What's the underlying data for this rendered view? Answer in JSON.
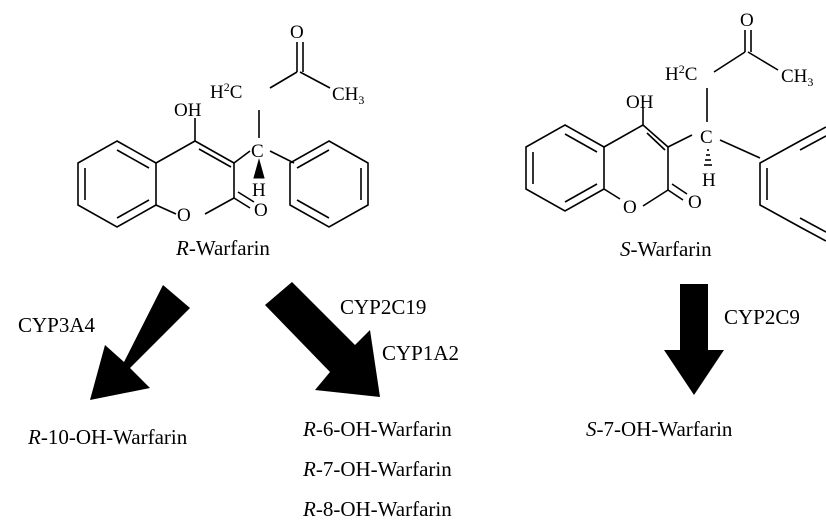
{
  "structures": {
    "r": {
      "atoms": {
        "oh": "OH",
        "h2c": "H2C",
        "c": "C",
        "h": "H",
        "o_ring": "O",
        "o_carbonyl": "O",
        "o_ketone": "O",
        "ch3": "CH3"
      },
      "label_prefix": "R",
      "label_suffix": "-Warfarin"
    },
    "s": {
      "atoms": {
        "oh": "OH",
        "h2c": "H2C",
        "c": "C",
        "h": "H",
        "o_ring": "O",
        "o_carbonyl": "O",
        "o_ketone": "O",
        "ch3": "CH3"
      },
      "label_prefix": "S",
      "label_suffix": "-Warfarin"
    }
  },
  "enzymes": {
    "cyp3a4": "CYP3A4",
    "cyp2c19": "CYP2C19",
    "cyp1a2": "CYP1A2",
    "cyp2c9": "CYP2C9"
  },
  "metabolites": {
    "r10": {
      "prefix": "R",
      "suffix": "-10-OH-Warfarin"
    },
    "r6": {
      "prefix": "R",
      "suffix": "-6-OH-Warfarin"
    },
    "r7": {
      "prefix": "R",
      "suffix": "-7-OH-Warfarin"
    },
    "r8": {
      "prefix": "R",
      "suffix": "-8-OH-Warfarin"
    },
    "s7": {
      "prefix": "S",
      "suffix": "-7-OH-Warfarin"
    }
  }
}
